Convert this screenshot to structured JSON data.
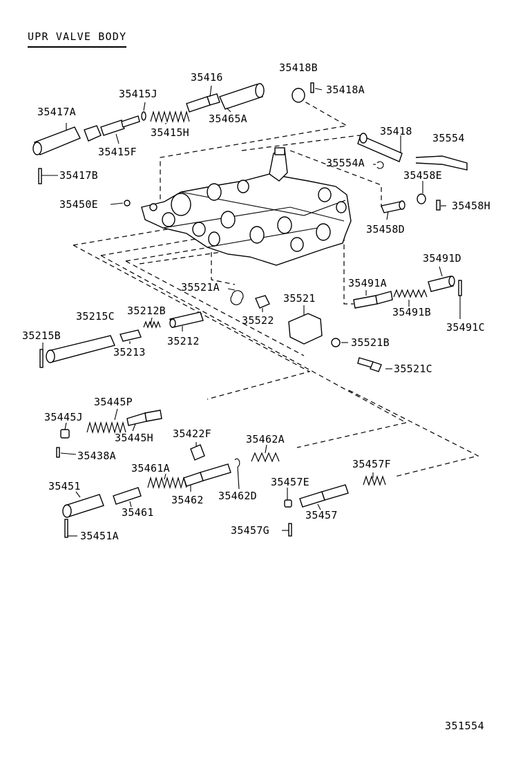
{
  "diagram": {
    "title": "UPR VALVE BODY",
    "reference_number": "351554",
    "part_labels": [
      "35416",
      "35418B",
      "35415J",
      "35418A",
      "35417A",
      "35465A",
      "35418",
      "35554",
      "35415H",
      "35415F",
      "35554A",
      "35417B",
      "35458E",
      "35450E",
      "35458H",
      "35458D",
      "35491D",
      "35521A",
      "35491A",
      "35521",
      "35215C",
      "35212B",
      "35522",
      "35491B",
      "35491C",
      "35215B",
      "35212",
      "35521B",
      "35213",
      "35521C",
      "35445P",
      "35445J",
      "35445H",
      "35422F",
      "35462A",
      "35438A",
      "35461A",
      "35457F",
      "35451",
      "35462",
      "35462D",
      "35457E",
      "35461",
      "35457",
      "35451A",
      "35457G"
    ]
  }
}
